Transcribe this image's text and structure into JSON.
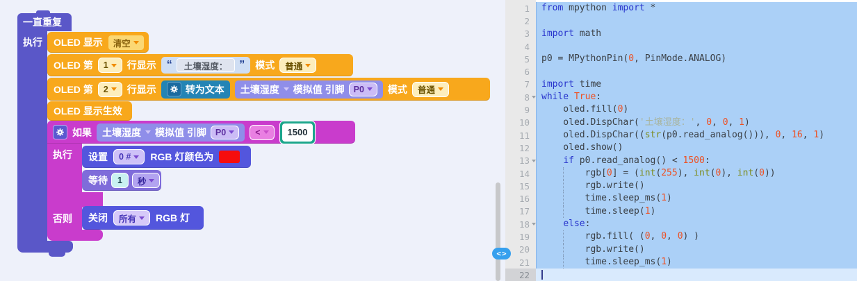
{
  "colors": {
    "workspace_bg": "#eef1fa",
    "block_orange": "#f8a81c",
    "block_purple": "#5a57c8",
    "block_magenta": "#c93ccc",
    "block_blue": "#5356dd",
    "block_violet": "#7f6cda",
    "block_steel_blue": "#2384b5",
    "block_periwinkle": "#8f8ee9",
    "value_teal": "#1ca68c",
    "rgb_swatch_red": "#f60d0d",
    "selection_blue": "#abd0f7",
    "toggle_badge_blue": "#36a0ee"
  },
  "workspace": {
    "repeat": {
      "label": "一直重复",
      "do_label": "执行"
    },
    "sensor": {
      "name": "土壤湿度",
      "analog": "模拟值 引脚",
      "pin": "P0"
    },
    "rows": {
      "oled_clear": {
        "label": "OLED 显示",
        "value": "清空"
      },
      "line1": {
        "prefix": "OLED 第",
        "num": "1",
        "suffix": "行显示",
        "quote_open": "“",
        "text": "土壤湿度：",
        "quote_close": "”",
        "mode_label": "模式",
        "mode": "普通"
      },
      "line2": {
        "prefix": "OLED 第",
        "num": "2",
        "suffix": "行显示",
        "convert": "转为文本",
        "mode_label": "模式",
        "mode": "普通"
      },
      "oled_show": {
        "label": "OLED 显示生效"
      },
      "set_rgb": {
        "label": "设置",
        "index": "0 #",
        "suffix": "RGB 灯颜色为"
      },
      "wait": {
        "label": "等待",
        "value": "1",
        "unit": "秒"
      },
      "close_rgb": {
        "label": "关闭",
        "scope": "所有",
        "suffix": "RGB 灯"
      }
    },
    "if_block": {
      "label": "如果",
      "do_label": "执行",
      "else_label": "否则",
      "op": "<",
      "value": "1500"
    }
  },
  "code_panel": {
    "toggle_left": "<",
    "toggle_right": ">",
    "lines": [
      {
        "segs": [
          [
            "from",
            "kw"
          ],
          [
            " mpython ",
            "pl"
          ],
          [
            "import",
            "kw"
          ],
          [
            " *",
            "pl"
          ]
        ]
      },
      {
        "segs": []
      },
      {
        "segs": [
          [
            "import",
            "kw"
          ],
          [
            " math",
            "pl"
          ]
        ]
      },
      {
        "segs": []
      },
      {
        "segs": [
          [
            "p0 = MPythonPin(",
            "pl"
          ],
          [
            "0",
            "num"
          ],
          [
            ", PinMode.ANALOG)",
            "pl"
          ]
        ]
      },
      {
        "segs": []
      },
      {
        "segs": [
          [
            "import",
            "kw"
          ],
          [
            " time",
            "pl"
          ]
        ]
      },
      {
        "segs": [
          [
            "while",
            "kw"
          ],
          [
            " ",
            "pl"
          ],
          [
            "True",
            "num"
          ],
          [
            ":",
            "pl"
          ]
        ],
        "fold": true
      },
      {
        "segs": [
          [
            "    oled.fill(",
            "pl"
          ],
          [
            "0",
            "num"
          ],
          [
            ")",
            "pl"
          ]
        ]
      },
      {
        "segs": [
          [
            "    oled.DispChar(",
            "pl"
          ],
          [
            "'土壤湿度：'",
            "str"
          ],
          [
            ", ",
            "pl"
          ],
          [
            "0",
            "num"
          ],
          [
            ", ",
            "pl"
          ],
          [
            "0",
            "num"
          ],
          [
            ", ",
            "pl"
          ],
          [
            "1",
            "num"
          ],
          [
            ")",
            "pl"
          ]
        ]
      },
      {
        "segs": [
          [
            "    oled.DispChar((",
            "pl"
          ],
          [
            "str",
            "fn"
          ],
          [
            "(p0.read_analog())), ",
            "pl"
          ],
          [
            "0",
            "num"
          ],
          [
            ", ",
            "pl"
          ],
          [
            "16",
            "num"
          ],
          [
            ", ",
            "pl"
          ],
          [
            "1",
            "num"
          ],
          [
            ")",
            "pl"
          ]
        ]
      },
      {
        "segs": [
          [
            "    oled.show()",
            "pl"
          ]
        ]
      },
      {
        "segs": [
          [
            "    ",
            "pl"
          ],
          [
            "if",
            "kw"
          ],
          [
            " p0.read_analog() < ",
            "pl"
          ],
          [
            "1500",
            "num"
          ],
          [
            ":",
            "pl"
          ]
        ],
        "fold": true
      },
      {
        "segs": [
          [
            "        rgb[",
            "pl"
          ],
          [
            "0",
            "num"
          ],
          [
            "] = (",
            "pl"
          ],
          [
            "int",
            "fn"
          ],
          [
            "(",
            "pl"
          ],
          [
            "255",
            "num"
          ],
          [
            "), ",
            "pl"
          ],
          [
            "int",
            "fn"
          ],
          [
            "(",
            "pl"
          ],
          [
            "0",
            "num"
          ],
          [
            "), ",
            "pl"
          ],
          [
            "int",
            "fn"
          ],
          [
            "(",
            "pl"
          ],
          [
            "0",
            "num"
          ],
          [
            "))",
            "pl"
          ]
        ],
        "guide": true
      },
      {
        "segs": [
          [
            "        rgb.write()",
            "pl"
          ]
        ],
        "guide": true
      },
      {
        "segs": [
          [
            "        time.sleep_ms(",
            "pl"
          ],
          [
            "1",
            "num"
          ],
          [
            ")",
            "pl"
          ]
        ],
        "guide": true
      },
      {
        "segs": [
          [
            "        time.sleep(",
            "pl"
          ],
          [
            "1",
            "num"
          ],
          [
            ")",
            "pl"
          ]
        ],
        "guide": true
      },
      {
        "segs": [
          [
            "    ",
            "pl"
          ],
          [
            "else",
            "kw"
          ],
          [
            ":",
            "pl"
          ]
        ],
        "fold": true
      },
      {
        "segs": [
          [
            "        rgb.fill( (",
            "pl"
          ],
          [
            "0",
            "num"
          ],
          [
            ", ",
            "pl"
          ],
          [
            "0",
            "num"
          ],
          [
            ", ",
            "pl"
          ],
          [
            "0",
            "num"
          ],
          [
            ") )",
            "pl"
          ]
        ],
        "guide": true
      },
      {
        "segs": [
          [
            "        rgb.write()",
            "pl"
          ]
        ],
        "guide": true
      },
      {
        "segs": [
          [
            "        time.sleep_ms(",
            "pl"
          ],
          [
            "1",
            "num"
          ],
          [
            ")",
            "pl"
          ]
        ],
        "guide": true
      },
      {
        "segs": [],
        "current": true
      }
    ]
  }
}
